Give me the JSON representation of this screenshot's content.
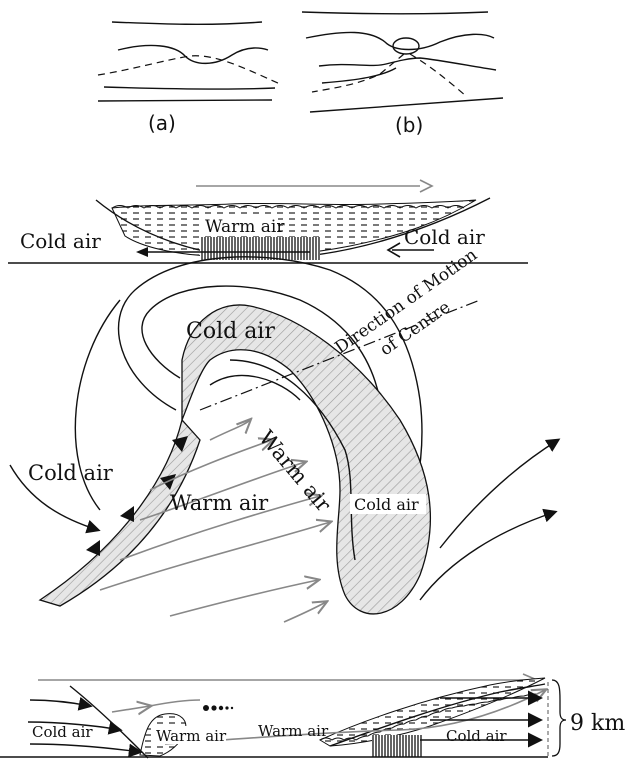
{
  "panel_top": {
    "label_a": "(a)",
    "label_b": "(b)"
  },
  "warm_front_section": {
    "warm_label": "Warm air",
    "cold_left": "Cold air",
    "cold_right": "Cold air"
  },
  "plan_view": {
    "cold_top": "Cold air",
    "cold_left": "Cold air",
    "warm_center": "Warm air",
    "warm_diag": "Warm air",
    "cold_inner": "Cold air",
    "direction_line1": "Direction of Motion",
    "direction_line2": "of Centre"
  },
  "occluded_section": {
    "cold_left": "Cold air",
    "warm_1": "Warm air",
    "warm_2": "Warm air",
    "cold_right": "Cold air",
    "height": "9 km"
  }
}
